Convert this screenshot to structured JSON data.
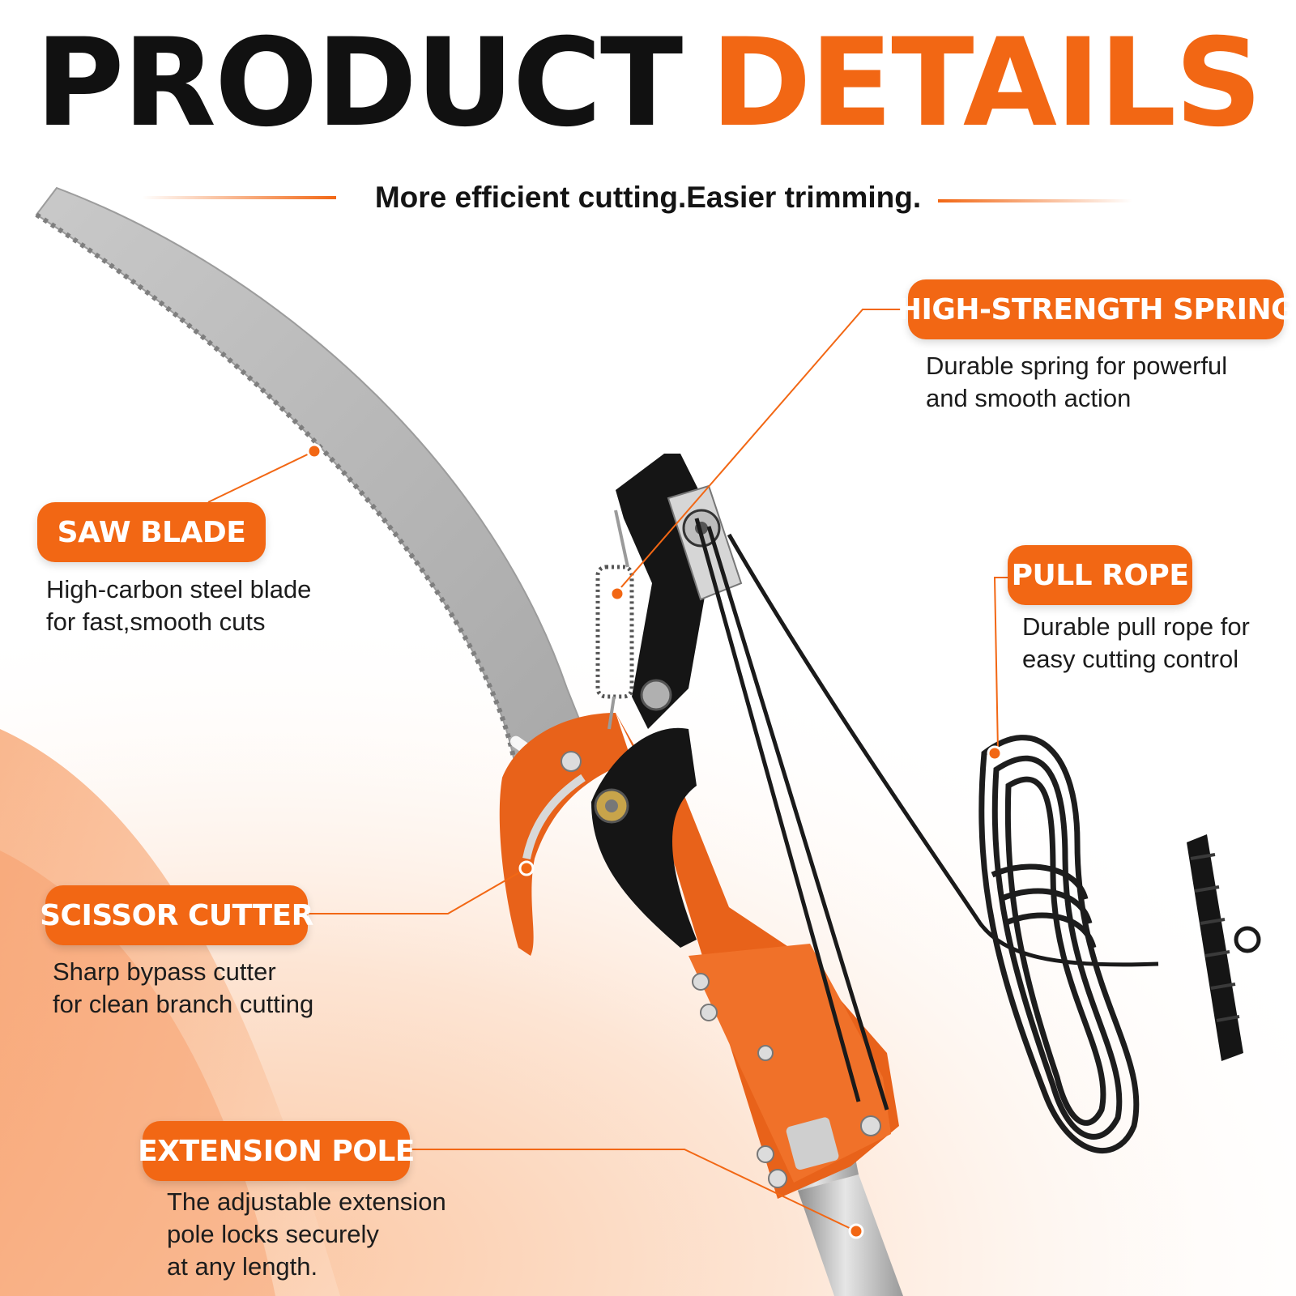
{
  "header": {
    "title_part1": "PRODUCT",
    "title_part2": "DETAILS",
    "subtitle": "More efficient cutting.Easier trimming."
  },
  "features": {
    "saw_blade": {
      "label": "SAW BLADE",
      "desc": [
        "High-carbon steel blade",
        "for fast,smooth cuts"
      ]
    },
    "spring": {
      "label": "HIGH-STRENGTH SPRING",
      "desc": [
        "Durable spring for powerful",
        "and smooth action"
      ]
    },
    "pull_rope": {
      "label": "PULL ROPE",
      "desc": [
        "Durable pull rope for",
        "easy cutting control"
      ]
    },
    "scissor_cutter": {
      "label": "SCISSOR CUTTER",
      "desc": [
        "Sharp bypass cutter",
        "for clean branch cutting"
      ]
    },
    "extension_pole": {
      "label": "EXTENSION POLE",
      "desc": [
        "The adjustable extension",
        "pole locks securely",
        "at any length."
      ]
    }
  },
  "colors": {
    "accent": "#f26714",
    "title_dark": "#111111",
    "blade": "#b9b9b9",
    "black_part": "#151515"
  }
}
